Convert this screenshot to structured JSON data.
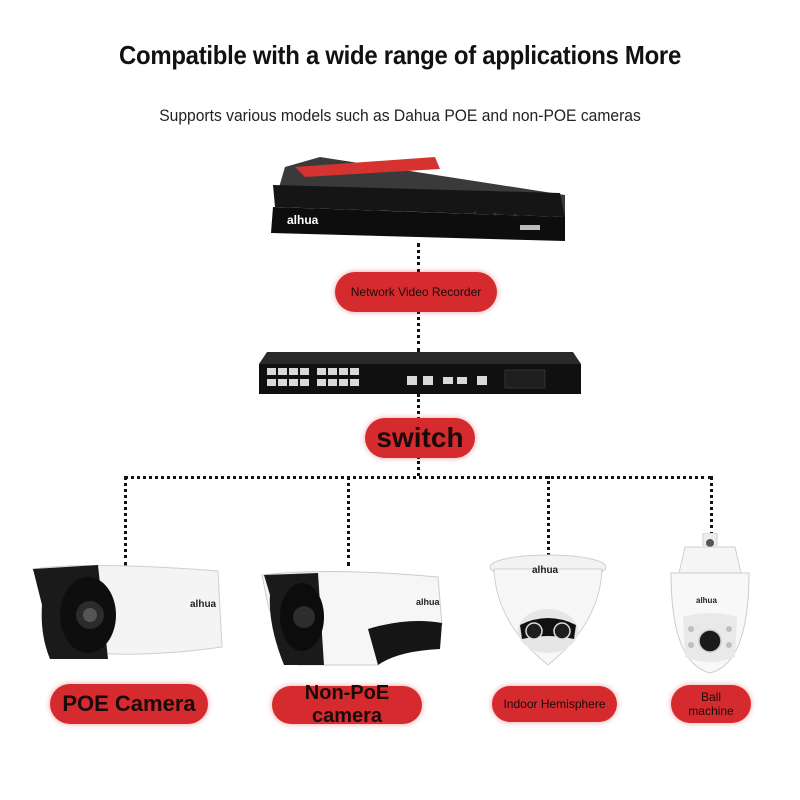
{
  "header": {
    "title": "Compatible with a wide range of applications More",
    "subtitle": "Supports various models such as Dahua POE and non-POE cameras"
  },
  "labels": {
    "nvr": "Network Video Recorder",
    "switch": "switch",
    "poe_camera": "POE Camera",
    "non_poe_camera": "Non-PoE camera",
    "indoor_hemisphere": "Indoor Hemisphere",
    "ball_machine": "Ball machine"
  },
  "brand": {
    "logo_text": "alhua",
    "accent": "#d52b2e"
  }
}
